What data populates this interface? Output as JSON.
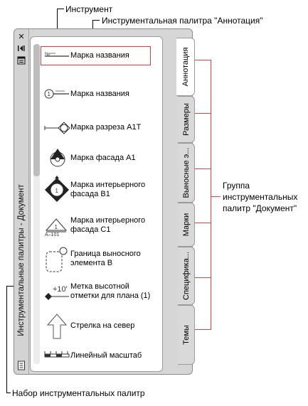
{
  "annotations": {
    "instrument": "Инструмент",
    "annotation_palette": "Инструментальная палитра \"Аннотация\"",
    "group_line1": "Группа",
    "group_line2": "инструментальных",
    "group_line3": "палитр \"Документ\"",
    "palette_set": "Набор инструментальных палитр"
  },
  "window": {
    "title": "Инструментальные палитры - Документ",
    "icons": [
      "close-icon",
      "autohide-icon",
      "properties-icon"
    ],
    "bottom_icon": "palette-list-icon"
  },
  "tabs": [
    {
      "label": "Аннотация",
      "active": true
    },
    {
      "label": "Размеры",
      "active": false
    },
    {
      "label": "Выносные э...",
      "active": false
    },
    {
      "label": "Марки",
      "active": false
    },
    {
      "label": "Специфика...",
      "active": false
    },
    {
      "label": "Темы",
      "active": false
    }
  ],
  "tools": [
    {
      "label": "Марка названия",
      "icon": "title-mark-icon"
    },
    {
      "label": "Марка названия",
      "icon": "title-mark-numbered-icon"
    },
    {
      "label": "Марка разреза А1Т",
      "icon": "section-mark-icon"
    },
    {
      "label": "Марка фасада А1",
      "icon": "elevation-mark-icon"
    },
    {
      "label": "Марка интерьерного фасада В1",
      "icon": "interior-elevation-icon"
    },
    {
      "label": "Марка интерьерного фасада С1",
      "icon": "interior-elevation-triangle-icon",
      "icon_text": "A–101"
    },
    {
      "label": "Граница выносного элемента В",
      "icon": "detail-boundary-icon"
    },
    {
      "label": "Метка высотной отметки для плана (1)",
      "icon": "level-mark-icon",
      "icon_text": "+10'"
    },
    {
      "label": "Стрелка на север",
      "icon": "north-arrow-icon"
    },
    {
      "label": "Линейный масштаб",
      "icon": "scale-bar-icon"
    }
  ],
  "colors": {
    "highlight": "#e03a3a",
    "callout_line": "#d24646"
  }
}
